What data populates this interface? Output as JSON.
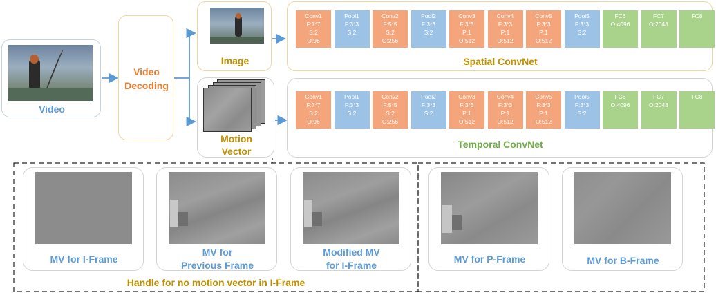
{
  "video": {
    "label": "Video"
  },
  "decoding": {
    "label_line1": "Video",
    "label_line2": "Decoding"
  },
  "image": {
    "label": "Image"
  },
  "motion": {
    "label_line1": "Motion",
    "label_line2": "Vector"
  },
  "spatial": {
    "title": "Spatial ConvNet",
    "layers": [
      {
        "type": "conv",
        "lines": [
          "Conv1",
          "F:7*7",
          "S:2",
          "O:96"
        ]
      },
      {
        "type": "pool",
        "lines": [
          "Pool1",
          "F:3*3",
          "S:2"
        ]
      },
      {
        "type": "conv",
        "lines": [
          "Conv2",
          "F:5*5",
          "S:2",
          "O:256"
        ]
      },
      {
        "type": "pool",
        "lines": [
          "Pool2",
          "F:3*3",
          "S:2"
        ]
      },
      {
        "type": "conv",
        "lines": [
          "Conv3",
          "F:3*3",
          "P:1",
          "O:512"
        ]
      },
      {
        "type": "conv",
        "lines": [
          "Conv4",
          "F:3*3",
          "P:1",
          "O:512"
        ]
      },
      {
        "type": "conv",
        "lines": [
          "Conv5",
          "F:3*3",
          "P:1",
          "O:512"
        ]
      },
      {
        "type": "pool",
        "lines": [
          "Pool5",
          "F:3*3",
          "S:2"
        ]
      },
      {
        "type": "fc",
        "lines": [
          "FC6",
          "O:4096"
        ]
      },
      {
        "type": "fc",
        "lines": [
          "FC7",
          "O:2048"
        ]
      },
      {
        "type": "fc",
        "lines": [
          "FC8"
        ]
      }
    ]
  },
  "temporal": {
    "title": "Temporal ConvNet",
    "layers": [
      {
        "type": "conv",
        "lines": [
          "Conv1",
          "F:7*7",
          "S:2",
          "O:96"
        ]
      },
      {
        "type": "pool",
        "lines": [
          "Pool1",
          "F:3*3",
          "S:2"
        ]
      },
      {
        "type": "conv",
        "lines": [
          "Conv2",
          "F:5*5",
          "S:2",
          "O:256"
        ]
      },
      {
        "type": "pool",
        "lines": [
          "Pool2",
          "F:3*3",
          "S:2"
        ]
      },
      {
        "type": "conv",
        "lines": [
          "Conv3",
          "F:3*3",
          "P:1",
          "O:512"
        ]
      },
      {
        "type": "conv",
        "lines": [
          "Conv4",
          "F:3*3",
          "P:1",
          "O:512"
        ]
      },
      {
        "type": "conv",
        "lines": [
          "Conv5",
          "F:3*3",
          "P:1",
          "O:512"
        ]
      },
      {
        "type": "pool",
        "lines": [
          "Pool5",
          "F:3*3",
          "S:2"
        ]
      },
      {
        "type": "fc",
        "lines": [
          "FC6",
          "O:4096"
        ]
      },
      {
        "type": "fc",
        "lines": [
          "FC7",
          "O:2048"
        ]
      },
      {
        "type": "fc",
        "lines": [
          "FC8"
        ]
      }
    ]
  },
  "bottom": {
    "iframe_caption": "MV for I-Frame",
    "prev_caption_line1": "MV for",
    "prev_caption_line2": "Previous Frame",
    "modified_caption_line1": "Modified MV",
    "modified_caption_line2": "for I-Frame",
    "pframe_caption": "MV for P-Frame",
    "bframe_caption": "MV for B-Frame",
    "handle_label": "Handle for no motion vector in I-Frame"
  },
  "colors": {
    "conv": "#f4a57b",
    "pool": "#9cc2e6",
    "fc": "#a9d38a",
    "arrow": "#5b9bd5",
    "spatial_title": "#bf9000",
    "temporal_title": "#70ad47"
  }
}
